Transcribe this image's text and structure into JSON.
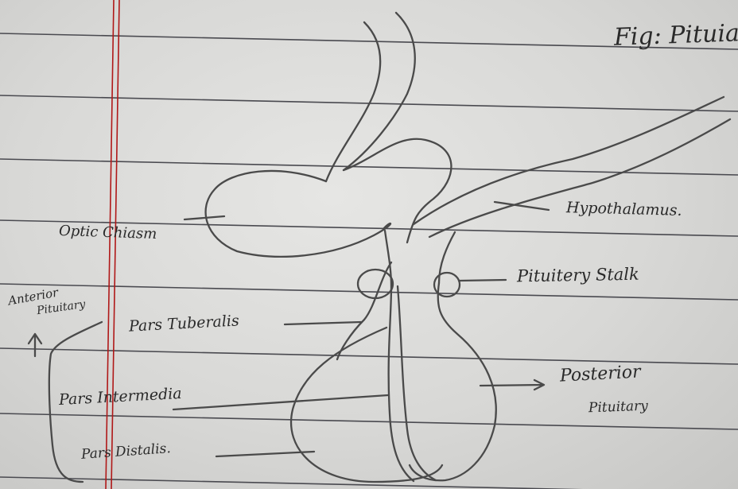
{
  "figure_title": "Fig: Pituia",
  "labels": {
    "optic_chiasm": "Optic Chiasm",
    "hypothalamus": "Hypothalamus.",
    "pituitary_stalk": "Pituitery Stalk",
    "anterior_pituitary_line1": "Anterior",
    "anterior_pituitary_line2": "Pituitary",
    "pars_tuberalis": "Pars Tuberalis",
    "pars_intermedia": "Pars Intermedia",
    "pars_distalis": "Pars Distalis.",
    "posterior_pituitary_line1": "Posterior",
    "posterior_pituitary_line2": "Pituitary"
  },
  "colors": {
    "paper": "#dcdcda",
    "ruled_line": "#4a4a50",
    "margin_line": "#b01818",
    "pencil": "#4a4a4a",
    "ink": "#2a2a2a"
  }
}
